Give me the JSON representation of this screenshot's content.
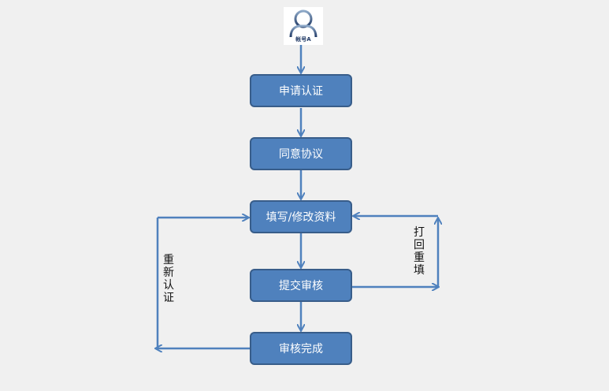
{
  "user": {
    "icon": "user-account-icon",
    "caption": "帐号A"
  },
  "steps": [
    "申请认证",
    "同意协议",
    "填写/修改资料",
    "提交审核",
    "审核完成"
  ],
  "loops": {
    "reject": "打回重填",
    "recertify": "重新认证"
  },
  "colors": {
    "box_fill": "#4f81bd",
    "box_border": "#385d8a",
    "arrow": "#4f81bd",
    "text": "#ffffff"
  }
}
